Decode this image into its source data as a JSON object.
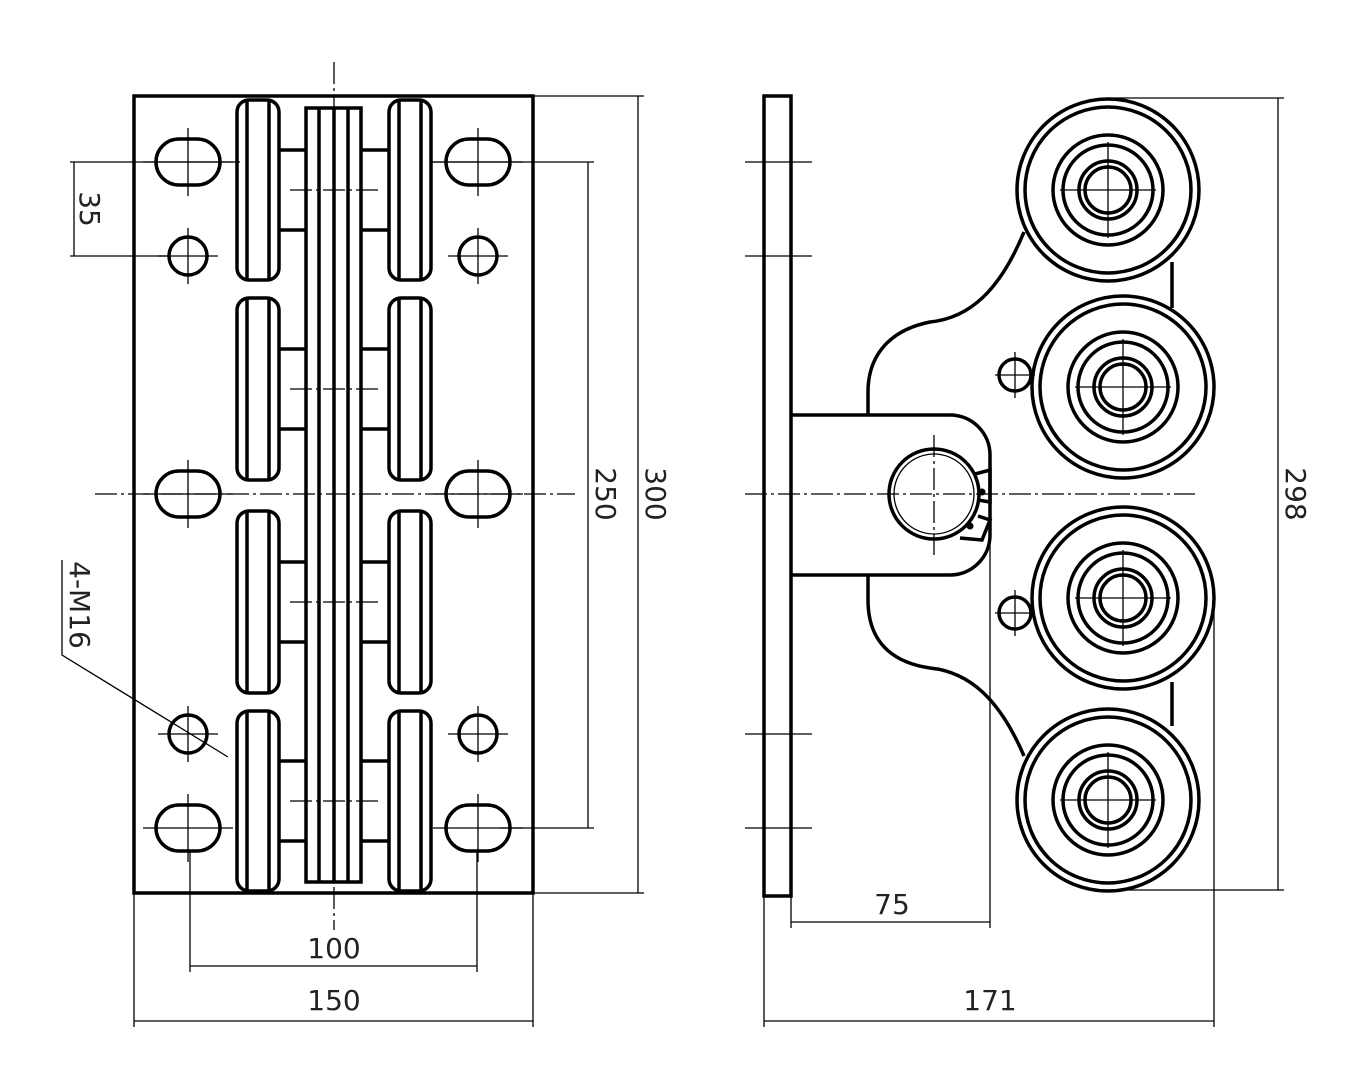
{
  "drawing": {
    "front_view": {
      "dimensions": {
        "hole_pitch_vertical": "35",
        "slot_pitch_vertical": "250",
        "overall_height": "300",
        "slot_pitch_horizontal": "100",
        "overall_width": "150"
      },
      "thread_callout": "4-M16"
    },
    "side_view": {
      "dimensions": {
        "wheel_span": "298",
        "arm_length": "75",
        "overall_depth": "171"
      }
    },
    "line_color": "#000000"
  }
}
